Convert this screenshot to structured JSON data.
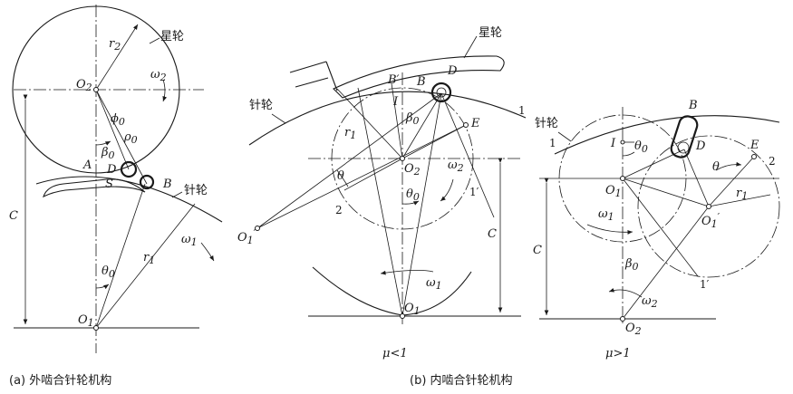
{
  "diagram": {
    "panel_a": {
      "caption": "(a) 外啮合针轮机构",
      "star_wheel": "星轮",
      "pin_wheel": "针轮",
      "labels": {
        "O2": "O",
        "O2_sub": "2",
        "O1": "O",
        "O1_sub": "1",
        "r2": "r",
        "r2_sub": "2",
        "r1": "r",
        "r1_sub": "1",
        "omega2": "ω",
        "omega2_sub": "2",
        "omega1": "ω",
        "omega1_sub": "1",
        "phi0": "ϕ",
        "phi0_sub": "0",
        "rho0": "ρ",
        "rho0_sub": "0",
        "beta0": "β",
        "beta0_sub": "0",
        "theta0": "θ",
        "theta0_sub": "0",
        "A": "A",
        "D": "D",
        "S": "S",
        "B": "B",
        "C": "C"
      }
    },
    "panel_b": {
      "caption": "(b) 内啮合针轮机构",
      "star_wheel": "星轮",
      "pin_wheel": "针轮",
      "mu_left": "μ<1",
      "mu_right": "μ>1",
      "left": {
        "O2": "O",
        "O2_sub": "2",
        "O1": "O",
        "O1_sub": "1",
        "O1p": "O",
        "O1p_sub": "1",
        "B": "B",
        "Bp": "B′",
        "D": "D",
        "E": "E",
        "I": "I",
        "r1": "r",
        "r1_sub": "1",
        "beta0": "β",
        "beta0_sub": "0",
        "theta": "θ",
        "theta0": "θ",
        "theta0_sub": "0",
        "omega2": "ω",
        "omega2_sub": "2",
        "omega1": "ω",
        "omega1_sub": "1",
        "C": "C",
        "n1": "1",
        "n1p": "1′",
        "n2": "2"
      },
      "right": {
        "O1": "O",
        "O1_sub": "1",
        "O1p": "O",
        "O1p_sub": "1",
        "O2": "O",
        "O2_sub": "2",
        "B": "B",
        "D": "D",
        "E": "E",
        "I": "I",
        "theta0": "θ",
        "theta0_sub": "0",
        "theta": "θ",
        "r1": "r",
        "r1_sub": "1",
        "omega1": "ω",
        "omega1_sub": "1",
        "omega2": "ω",
        "omega2_sub": "2",
        "beta0": "β",
        "beta0_sub": "0",
        "C": "C",
        "n1": "1",
        "n1p": "1′",
        "n2": "2"
      }
    }
  }
}
